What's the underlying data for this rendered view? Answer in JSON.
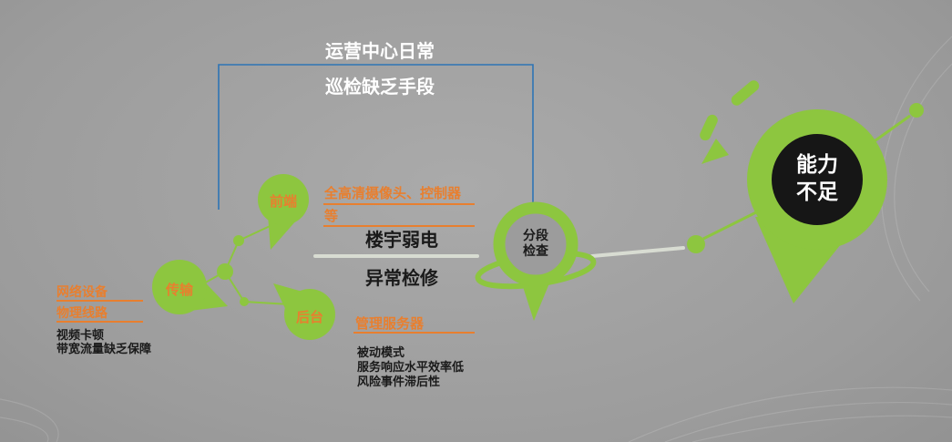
{
  "colors": {
    "green": "#8dc63f",
    "orange": "#e87f2f",
    "blue": "#2e74b5",
    "lightline": "#d8dcd2",
    "dark": "#1a1a1a",
    "pin_inner": "#161616",
    "ring_inner": "#9c9c9c"
  },
  "title": {
    "line1": "运营中心日常",
    "line2": "巡检缺乏手段"
  },
  "center_label": {
    "line1": "楼宇弱电",
    "line2": "异常检修"
  },
  "pins": {
    "front": "前端",
    "transmission": "传输",
    "backend": "后台",
    "segment_line1": "分段",
    "segment_line2": "检查",
    "capability_line1": "能力",
    "capability_line2": "不足"
  },
  "annotations": {
    "front_devices_line1": "全高清摄像头、控制器",
    "front_devices_line2": "等",
    "network_equipment": "网络设备",
    "physical_lines": "物理线路",
    "video_stutter": "视频卡顿",
    "bandwidth": "带宽流量缺乏保障",
    "mgmt_server": "管理服务器",
    "passive_mode": "被动模式",
    "service_response": "服务响应水平效率低",
    "risk_lag": "风险事件滞后性"
  }
}
